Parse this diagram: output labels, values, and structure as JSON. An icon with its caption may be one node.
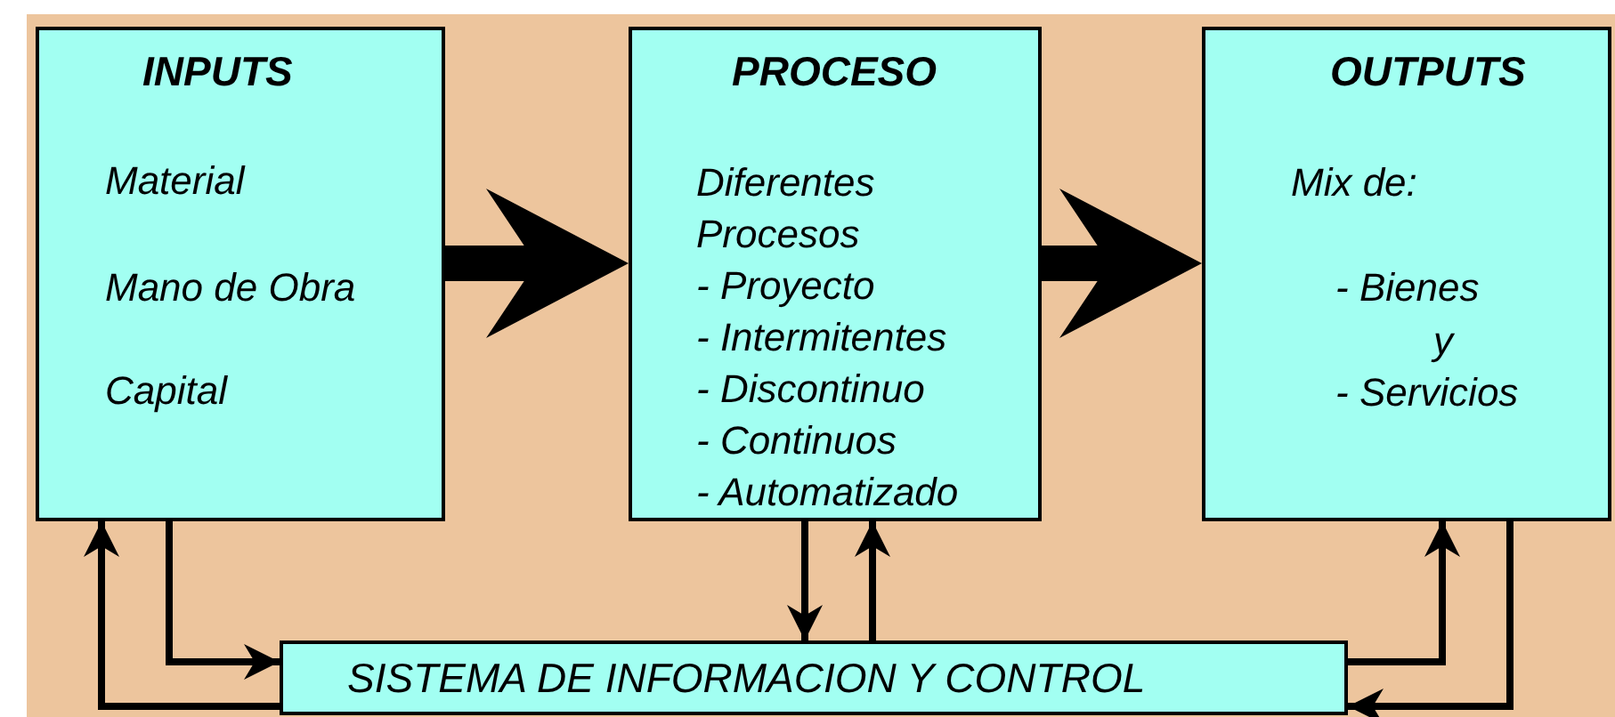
{
  "diagram": {
    "nodes": [
      {
        "text": [
          "INPUTS",
          "Material",
          "Mano de Obra",
          "Capital"
        ]
      },
      {
        "text": [
          "PROCESO",
          "Diferentes Procesos",
          "- Proyecto",
          "- Intermitentes",
          "- Discontinuo",
          "- Continuos",
          "- Automatizado"
        ]
      },
      {
        "text": [
          "OUTPUTS",
          "Mix de:",
          "- Bienes",
          "y",
          "- Servicios"
        ]
      },
      {
        "text": [
          "SISTEMA DE INFORMACION Y CONTROL"
        ]
      }
    ],
    "edges": [
      {
        "from": 0,
        "to": 1,
        "arrow": "to",
        "style": "thick"
      },
      {
        "from": 1,
        "to": 2,
        "arrow": "to",
        "style": "thick"
      },
      {
        "from": 0,
        "to": 3,
        "arrow": "to"
      },
      {
        "from": 3,
        "to": 0,
        "arrow": "to"
      },
      {
        "from": 1,
        "to": 3,
        "arrow": "to"
      },
      {
        "from": 3,
        "to": 1,
        "arrow": "to"
      },
      {
        "from": 2,
        "to": 3,
        "arrow": "to"
      },
      {
        "from": 3,
        "to": 2,
        "arrow": "to"
      }
    ]
  }
}
